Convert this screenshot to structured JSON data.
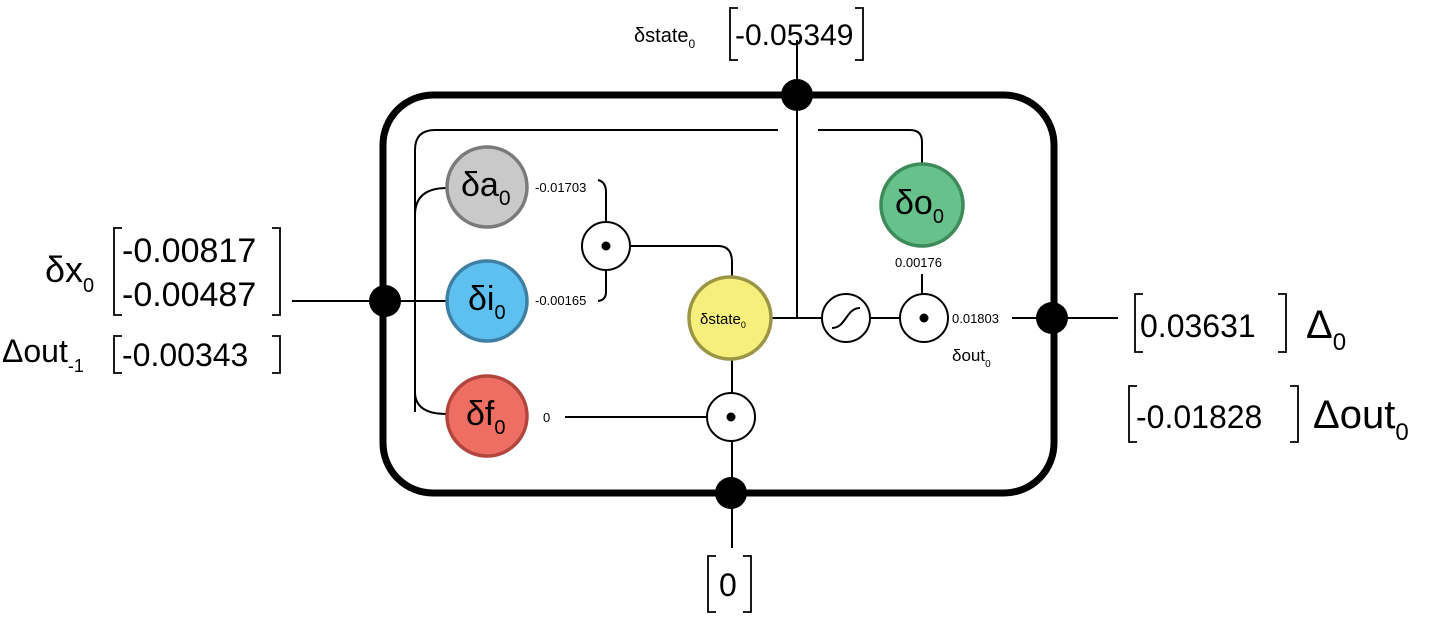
{
  "diagram": {
    "colors": {
      "gate_a": "#c9c9c9",
      "gate_i": "#5ec0ef",
      "gate_f": "#ef6e64",
      "gate_o": "#66c18a",
      "state_node": "#f7ef7c",
      "gate_a_border": "#7a7a7a",
      "gate_i_border": "#3f7fa3",
      "gate_f_border": "#b2463e",
      "gate_o_border": "#3f8a5a",
      "state_border": "#9b9646"
    },
    "top_input": {
      "symbol": "δstate",
      "subscript": "0",
      "value": "-0.05349"
    },
    "left_input": {
      "x_symbol": "δx",
      "x_subscript": "0",
      "x_values": [
        "-0.00817",
        "-0.00487"
      ],
      "out_symbol": "Δout",
      "out_subscript": "-1",
      "out_value": "-0.00343"
    },
    "right_output": {
      "delta_symbol": "Δ",
      "delta_subscript": "0",
      "delta_value": "0.03631",
      "out_symbol": "Δout",
      "out_subscript": "0",
      "out_value": "-0.01828"
    },
    "bottom_output": {
      "value": "0"
    },
    "gates": {
      "a": {
        "symbol": "δa",
        "subscript": "0",
        "value": "-0.01703"
      },
      "i": {
        "symbol": "δi",
        "subscript": "0",
        "value": "-0.00165"
      },
      "f": {
        "symbol": "δf",
        "subscript": "0",
        "value": "0"
      },
      "o": {
        "symbol": "δo",
        "subscript": "0",
        "value": "0.00176"
      }
    },
    "state_node": {
      "symbol": "δstate",
      "subscript": "0"
    },
    "out_node": {
      "value": "0.01803",
      "symbol": "δout",
      "subscript": "0"
    }
  }
}
